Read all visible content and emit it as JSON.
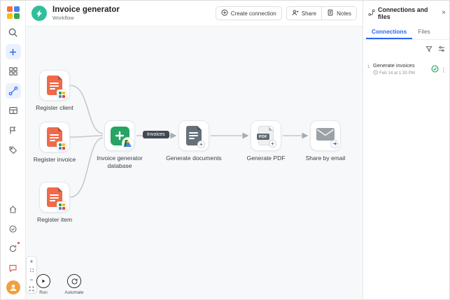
{
  "header": {
    "title": "Invoice generator",
    "subtitle": "Workflow",
    "buttons": {
      "create_connection": "Create connection",
      "share": "Share",
      "notes": "Notes"
    }
  },
  "canvas": {
    "nodes": {
      "register_client": {
        "label": "Register client"
      },
      "register_invoice": {
        "label": "Register invoice"
      },
      "register_item": {
        "label": "Register item"
      },
      "database": {
        "label": "Invoice generator database"
      },
      "generate_documents": {
        "label": "Generate documents"
      },
      "generate_pdf": {
        "label": "Generate PDF",
        "icon_text": "PDF"
      },
      "share_by_email": {
        "label": "Share by email"
      }
    },
    "edge_badge": "Invoices",
    "controls": {
      "run_label": "Run",
      "automate_label": "Automate"
    }
  },
  "panel": {
    "title": "Connections and files",
    "tabs": {
      "connections": "Connections",
      "files": "Files"
    },
    "rows": [
      {
        "index": "1",
        "title": "Generate invoices",
        "timestamp": "Feb 14 at 1:30 PM"
      }
    ]
  },
  "icons": {
    "close": "×",
    "kebab": "⋮",
    "plus": "+",
    "minus": "−",
    "plus_badge": "+"
  },
  "colors": {
    "accent": "#2b64f6",
    "workflow_avatar": "#2fbf9b",
    "form_doc": "#ee6a4a",
    "database_green": "#27a463",
    "success_green": "#1e9e5a",
    "edge_badge_bg": "#414a54"
  }
}
